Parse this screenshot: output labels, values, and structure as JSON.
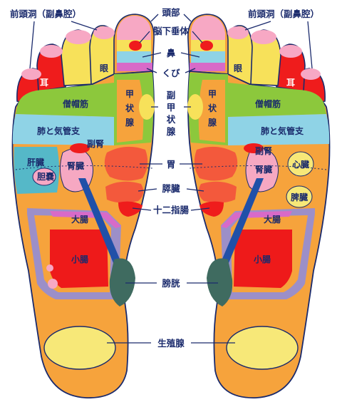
{
  "center_labels": {
    "head": "頭部",
    "pituitary": "脳下垂体",
    "nose": "鼻",
    "neck": "くび",
    "parathyroid_1": "副",
    "parathyroid_2": "甲",
    "parathyroid_3": "状",
    "parathyroid_4": "腺",
    "stomach": "胃",
    "pancreas": "膵臓",
    "duodenum": "十二指腸",
    "bladder": "膀胱",
    "reproductive": "生殖腺"
  },
  "left_labels": {
    "sinus": "前頭洞（副鼻腔）",
    "ear": "耳",
    "eye": "眼",
    "trapezius": "僧帽筋",
    "thyroid_1": "甲",
    "thyroid_2": "状",
    "thyroid_3": "腺",
    "lung": "肺と気管支",
    "adrenal": "副腎",
    "liver": "肝臓",
    "kidney": "腎臓",
    "gallbladder": "胆嚢",
    "large_intestine": "大腸",
    "small_intestine": "小腸"
  },
  "right_labels": {
    "sinus": "前頭洞（副鼻腔）",
    "ear": "耳",
    "eye": "眼",
    "trapezius": "僧帽筋",
    "thyroid_1": "甲",
    "thyroid_2": "状",
    "thyroid_3": "腺",
    "lung": "肺と気管支",
    "adrenal": "副腎",
    "kidney": "腎臓",
    "heart": "心臓",
    "spleen": "脾臓",
    "large_intestine": "大腸",
    "small_intestine": "小腸"
  },
  "colors": {
    "foot": "#f6a33c",
    "outline": "#1a2a6c",
    "toe_pink": "#f7a8c4",
    "toe_yellow": "#f7e15a",
    "ear_red": "#ef1c1c",
    "trapezius_green": "#8cc83c",
    "lung_cyan": "#8fd3e6",
    "kidney_pink": "#f6a8c2",
    "liver_teal": "#55b8c8",
    "large_intestine_purple": "#9c8fc8",
    "small_intestine_red": "#ee1a1a",
    "bladder_green": "#3f6b60",
    "reproductive_yellow": "#f7e878",
    "stomach_red": "#f3593c",
    "ureter_blue": "#2050a8",
    "neck_magenta": "#d86ac8"
  }
}
